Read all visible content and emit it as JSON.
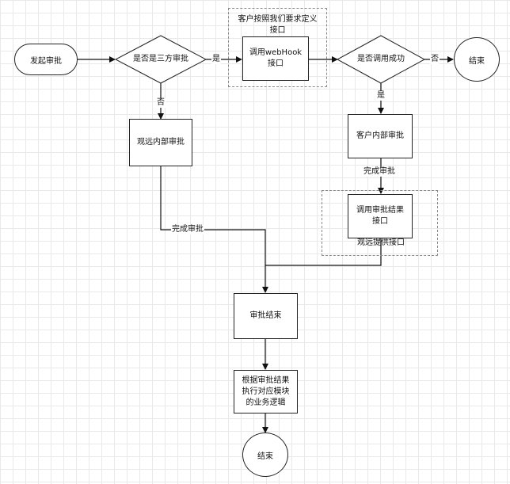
{
  "nodes": {
    "start": "发起审批",
    "decision_third_party": "是否是三方审批",
    "webhook_group_title": "客户按照我们要求定义\n接口",
    "call_webhook": "调用webHook\n接口",
    "decision_call_success": "是否调用成功",
    "end_top": "结束",
    "internal_approval_gy": "观远内部审批",
    "customer_internal_approval": "客户内部审批",
    "call_result_api": "调用审批结果\n接口",
    "gy_api_group_title": "观远提供接口",
    "approval_end": "审批结束",
    "execute_logic": "根据审批结果\n执行对应模块\n的业务逻辑",
    "end_bottom": "结束"
  },
  "edges": {
    "yes_third_party": "是",
    "no_third_party": "否",
    "no_call_success": "否",
    "yes_call_success": "是",
    "complete_approval_left": "完成审批",
    "complete_approval_right": "完成审批"
  }
}
